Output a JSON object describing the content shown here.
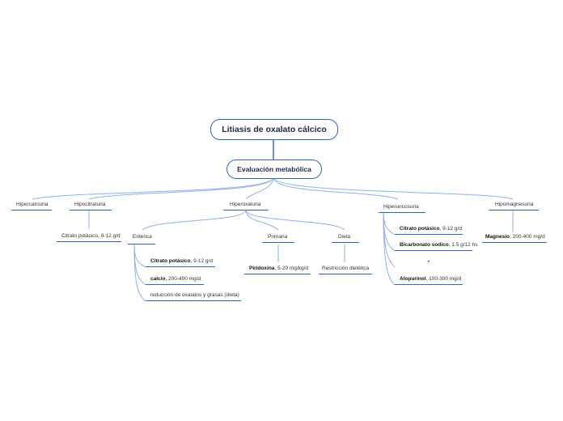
{
  "root": {
    "label": "Litiasis de oxalato cálcico"
  },
  "evaluation": {
    "label": "Evaluación metabólica"
  },
  "branches": {
    "hipercalciuria": {
      "label": "Hipercalciuria"
    },
    "hipocitraturia": {
      "label": "Hipocitraturia",
      "children": {
        "citrato": "Citrato potásico, 9-12 g/d"
      }
    },
    "hiperoxaluria": {
      "label": "Hiperoxaluria",
      "enterica": {
        "label": "Entérica",
        "items": [
          {
            "bold": "Citrato potásico",
            "rest": ", 9-12 g/d"
          },
          {
            "bold": "calcio",
            "rest": ", 200-400 mg/d"
          },
          {
            "bold": "",
            "rest": "reducción de oxalatos y grasas (dieta)"
          }
        ]
      },
      "primaria": {
        "label": "Primaria",
        "item": {
          "bold": "Piridoxina",
          "rest": ", 5-20 mg/kg/d"
        }
      },
      "dieta": {
        "label": "Dieta",
        "item": "Restricción dietética"
      }
    },
    "hiperuricosuria": {
      "label": "Hiperuricosuria",
      "items": [
        {
          "bold": "Citrato potásico",
          "rest": ", 9-12 g/d"
        },
        {
          "bold": "Bicarbonato sodico",
          "rest": ", 1.5 g/12 hs"
        },
        {
          "bold": "",
          "rest": "+"
        },
        {
          "bold": "Alopurinol",
          "rest": ", 100-300 mg/d"
        }
      ]
    },
    "hipomagnesuria": {
      "label": "Hipomagnesuria",
      "item": {
        "bold": "Magnesio",
        "rest": ", 200-400 mg/d"
      }
    }
  },
  "colors": {
    "line": "#2f66c9",
    "connector": "#8fb0e8"
  }
}
